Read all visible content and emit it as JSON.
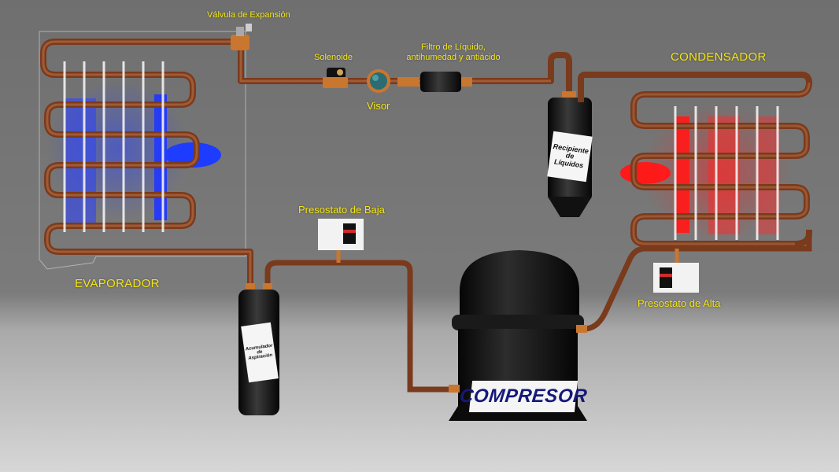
{
  "labels": {
    "expansion_valve": "Válvula de Expansión",
    "solenoid": "Solenoide",
    "liquid_filter": "Filtro de Líquido,\nantihumedad y antiácido",
    "sight_glass": "Visor",
    "condenser": "CONDENSADOR",
    "evaporator": "EVAPORADOR",
    "low_pressure_switch": "Presostato de Baja",
    "high_pressure_switch": "Presostato de Alta",
    "liquid_receiver": "Recipiente de Líquidos",
    "suction_accumulator": "Acumulador de Aspiración",
    "compressor": "COMPRESOR"
  },
  "colors": {
    "copper": "#8a4a2a",
    "cold": "#1e3cff",
    "hot": "#ff1a1a",
    "label": "#f4e515"
  }
}
